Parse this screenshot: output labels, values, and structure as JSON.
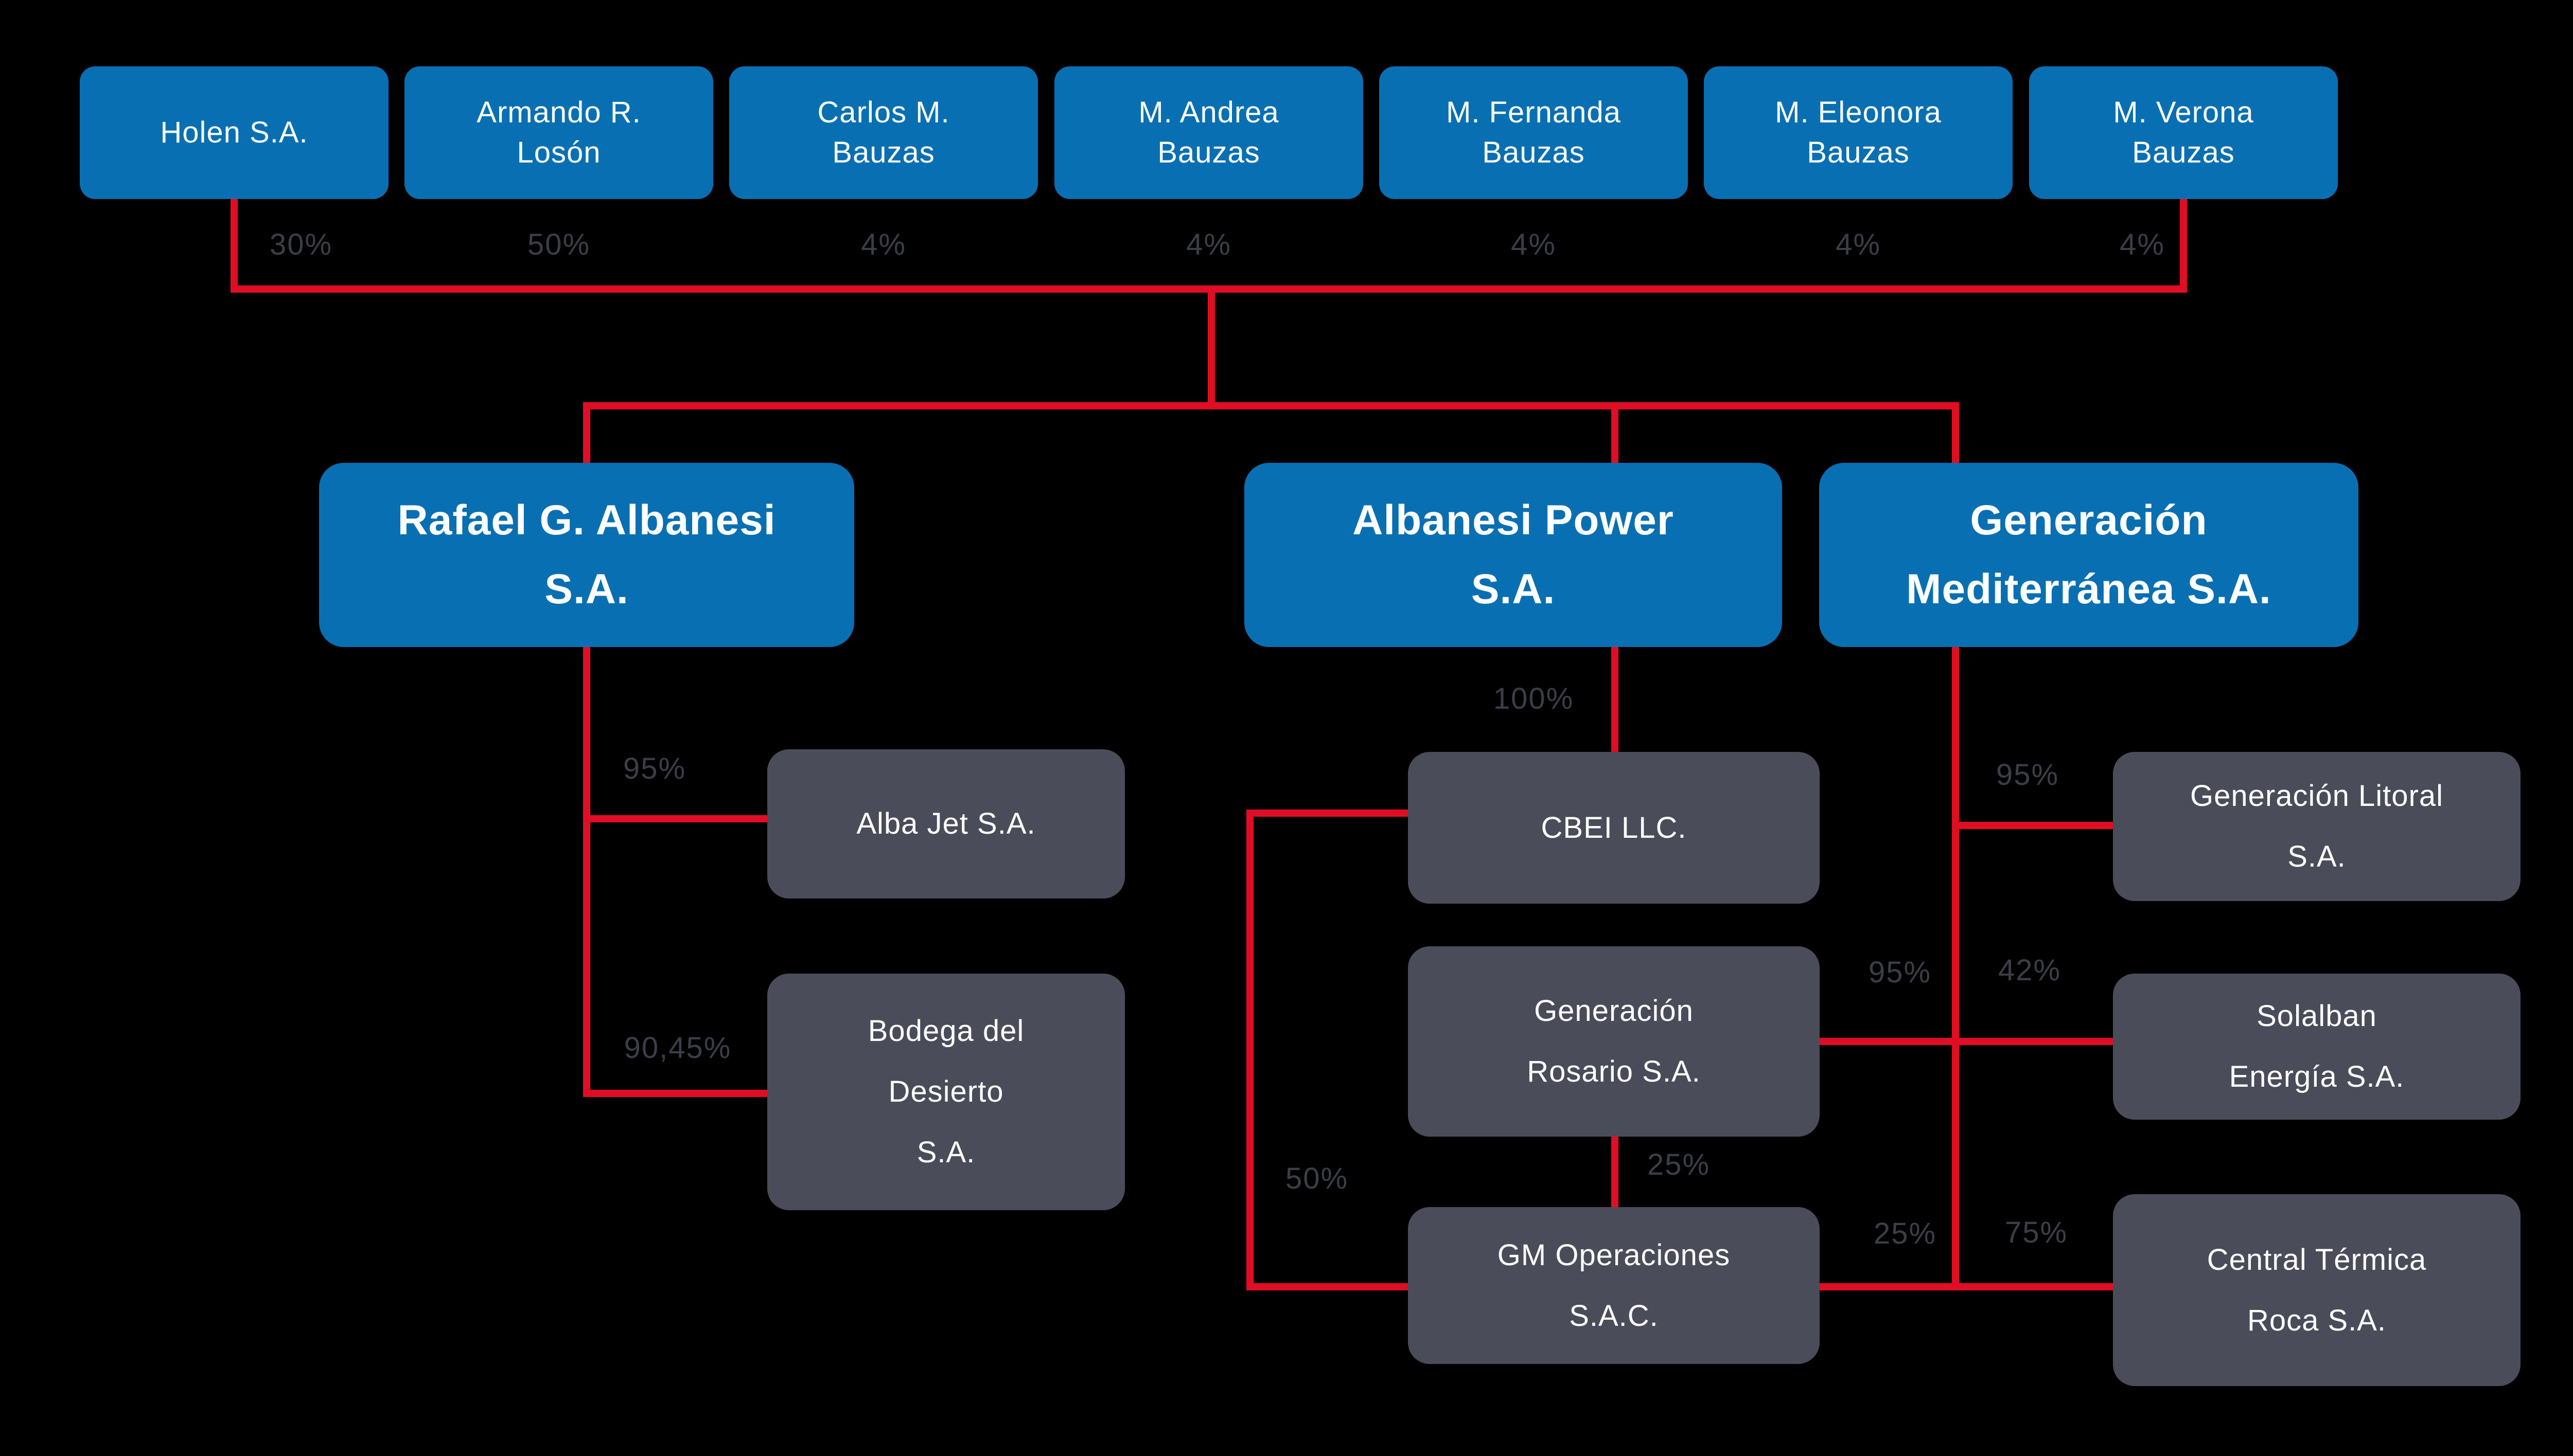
{
  "colors": {
    "background": "#000000",
    "parent_box_blue": "#0870b2",
    "subsidiary_box_gray": "#4a4d59",
    "connector_red": "#e10d24",
    "percent_label_gray": "#3b3e46",
    "box_text": "#ffffff"
  },
  "shareholders": [
    {
      "name": "Holen S.A.",
      "lines": [
        "Holen S.A."
      ],
      "ownership": "30%"
    },
    {
      "name": "Armando R. Losón",
      "lines": [
        "Armando R.",
        "Losón"
      ],
      "ownership": "50%"
    },
    {
      "name": "Carlos M. Bauzas",
      "lines": [
        "Carlos M.",
        "Bauzas"
      ],
      "ownership": "4%"
    },
    {
      "name": "M. Andrea Bauzas",
      "lines": [
        "M. Andrea",
        "Bauzas"
      ],
      "ownership": "4%"
    },
    {
      "name": "M. Fernanda Bauzas",
      "lines": [
        "M. Fernanda",
        "Bauzas"
      ],
      "ownership": "4%"
    },
    {
      "name": "M. Eleonora Bauzas",
      "lines": [
        "M. Eleonora",
        "Bauzas"
      ],
      "ownership": "4%"
    },
    {
      "name": "M. Verona Bauzas",
      "lines": [
        "M. Verona",
        "Bauzas"
      ],
      "ownership": "4%"
    }
  ],
  "holdings": [
    {
      "name": "Rafael G. Albanesi S.A.",
      "lines": [
        "Rafael G. Albanesi",
        "S.A."
      ]
    },
    {
      "name": "Albanesi Power S.A.",
      "lines": [
        "Albanesi Power",
        "S.A."
      ]
    },
    {
      "name": "Generación Mediterránea S.A.",
      "lines": [
        "Generación",
        "Mediterránea S.A."
      ]
    }
  ],
  "subsidiaries": [
    {
      "name": "Alba Jet S.A.",
      "lines": [
        "Alba Jet S.A."
      ],
      "ownership": "95%",
      "owner": "Rafael G. Albanesi S.A."
    },
    {
      "name": "Bodega del Desierto S.A.",
      "lines": [
        "Bodega del",
        "Desierto",
        "S.A."
      ],
      "ownership": "90,45%",
      "owner": "Rafael G. Albanesi S.A."
    },
    {
      "name": "CBEI LLC.",
      "lines": [
        "CBEI LLC."
      ],
      "ownership": "100%",
      "owner": "Albanesi Power S.A."
    },
    {
      "name": "Generación Rosario S.A.",
      "lines": [
        "Generación",
        "Rosario S.A."
      ],
      "ownership": "95%",
      "owner": "Generación Mediterránea S.A."
    },
    {
      "name": "GM Operaciones S.A.C.",
      "lines": [
        "GM Operaciones",
        "S.A.C."
      ],
      "ownership_from_cbei": "50%",
      "ownership_from_rosario": "25%",
      "ownership_from_gmsa": "25%"
    },
    {
      "name": "Generación Litoral S.A.",
      "lines": [
        "Generación Litoral",
        "S.A."
      ],
      "ownership": "95%",
      "owner": "Generación Mediterránea S.A."
    },
    {
      "name": "Solalban Energía S.A.",
      "lines": [
        "Solalban",
        "Energía S.A."
      ],
      "ownership": "42%",
      "owner": "Generación Mediterránea S.A."
    },
    {
      "name": "Central Térmica Roca S.A.",
      "lines": [
        "Central Térmica",
        "Roca S.A."
      ],
      "ownership": "75%",
      "owner": "Generación Mediterránea S.A."
    }
  ]
}
